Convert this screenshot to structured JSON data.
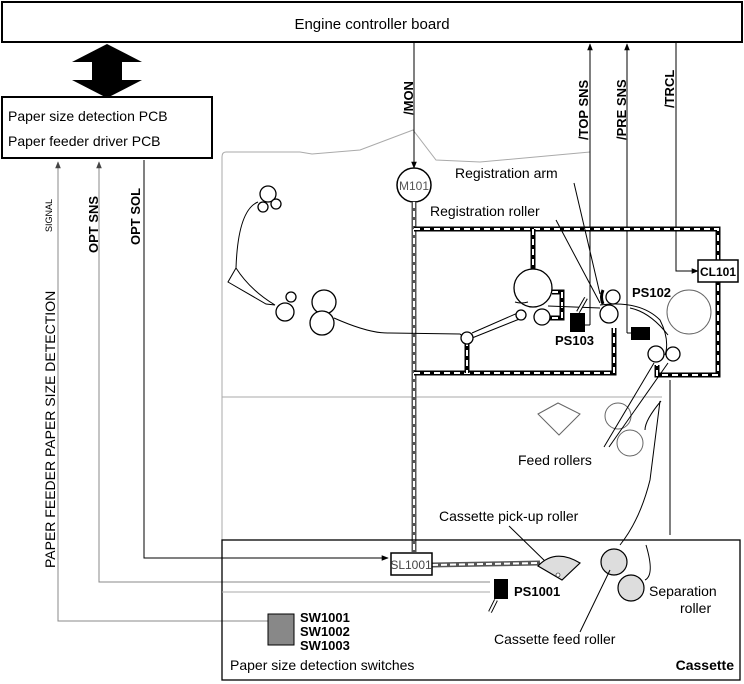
{
  "title": "Engine controller board",
  "pcb": {
    "line1": "Paper size detection PCB",
    "line2": "Paper feeder driver PCB"
  },
  "signals": {
    "mon": "/MON",
    "top_sns": "/TOP SNS",
    "pre_sns": "/PRE SNS",
    "trcl": "/TRCL",
    "opt_sol": "OPT SOL",
    "opt_sns": "OPT SNS",
    "paper_size": "PAPER FEEDER PAPER SIZE DETECTION",
    "paper_size_suffix": "SIGNAL"
  },
  "components": {
    "motor": "M101",
    "clutch": "CL101",
    "solenoid": "SL1001",
    "ps102": "PS102",
    "ps103": "PS103",
    "ps1001": "PS1001",
    "switches": [
      "SW1001",
      "SW1002",
      "SW1003"
    ]
  },
  "labels": {
    "registration_arm": "Registration arm",
    "registration_roller": "Registration  roller",
    "feed_rollers": "Feed rollers",
    "cassette_pickup_roller": "Cassette pick-up roller",
    "cassette_feed_roller": "Cassette feed roller",
    "separation_roller_1": "Separation",
    "separation_roller_2": "roller",
    "paper_size_switches": "Paper size detection switches",
    "cassette": "Cassette"
  }
}
